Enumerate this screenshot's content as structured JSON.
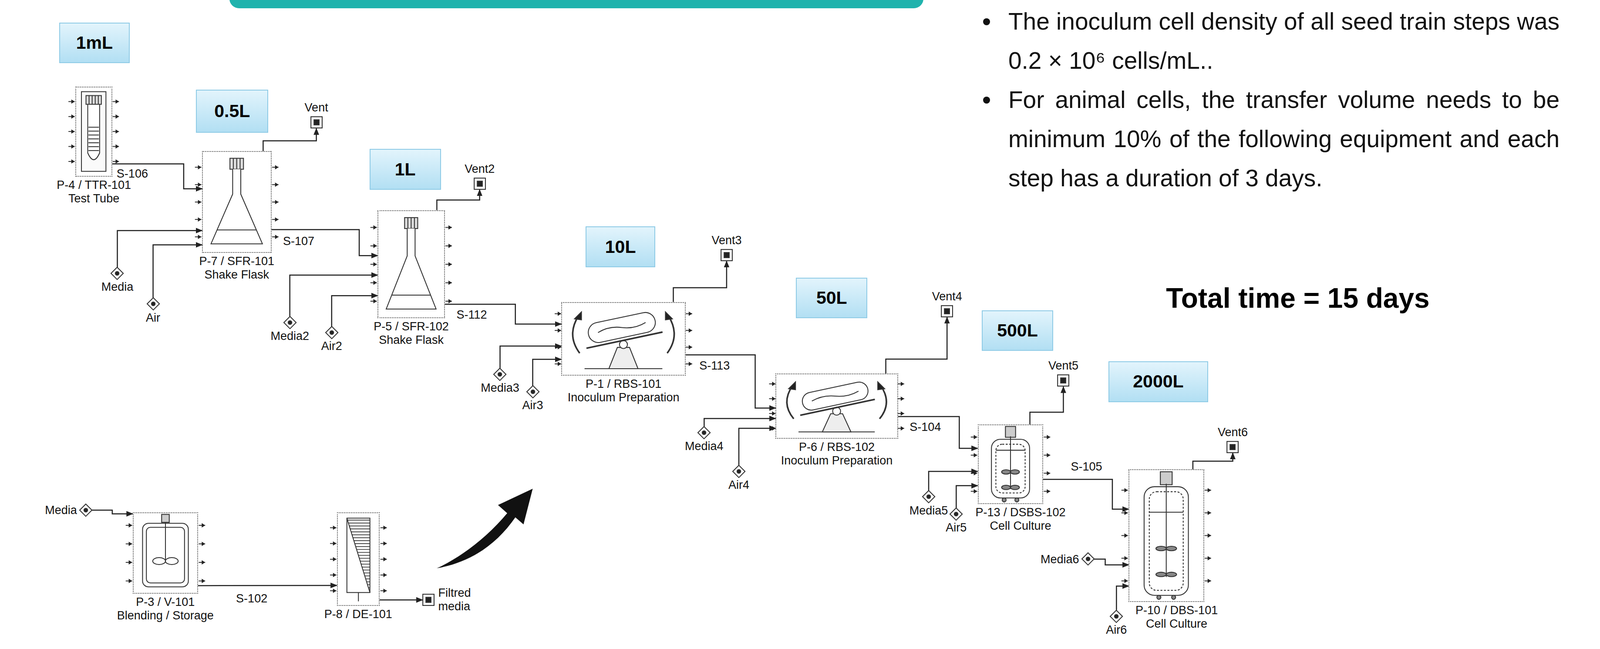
{
  "diagram": {
    "nodes": [
      {
        "text": [
          "1mL"
        ]
      },
      {
        "text": [
          "P-4 / TTR-101",
          "Test Tube"
        ]
      },
      {
        "text": [
          "0.5L"
        ]
      },
      {
        "text": [
          "Vent"
        ]
      },
      {
        "text": [
          "P-7 / SFR-101",
          "Shake Flask"
        ]
      },
      {
        "text": [
          "Media"
        ]
      },
      {
        "text": [
          "Air"
        ]
      },
      {
        "text": [
          "1L"
        ]
      },
      {
        "text": [
          "Vent2"
        ]
      },
      {
        "text": [
          "P-5 / SFR-102",
          "Shake Flask"
        ]
      },
      {
        "text": [
          "Media2"
        ]
      },
      {
        "text": [
          "Air2"
        ]
      },
      {
        "text": [
          "10L"
        ]
      },
      {
        "text": [
          "Vent3"
        ]
      },
      {
        "text": [
          "P-1 / RBS-101",
          "Inoculum Preparation"
        ]
      },
      {
        "text": [
          "Media3"
        ]
      },
      {
        "text": [
          "Air3"
        ]
      },
      {
        "text": [
          "50L"
        ]
      },
      {
        "text": [
          "Vent4"
        ]
      },
      {
        "text": [
          "P-6 / RBS-102",
          "Inoculum Preparation"
        ]
      },
      {
        "text": [
          "Media4"
        ]
      },
      {
        "text": [
          "Air4"
        ]
      },
      {
        "text": [
          "500L"
        ]
      },
      {
        "text": [
          "Vent5"
        ]
      },
      {
        "text": [
          "P-13 / DSBS-102",
          "Cell Culture"
        ]
      },
      {
        "text": [
          "Media5"
        ]
      },
      {
        "text": [
          "Air5"
        ]
      },
      {
        "text": [
          "2000L"
        ]
      },
      {
        "text": [
          "Vent6"
        ]
      },
      {
        "text": [
          "P-10 / DBS-101",
          "Cell Culture"
        ]
      },
      {
        "text": [
          "Media6"
        ]
      },
      {
        "text": [
          "Air6"
        ]
      },
      {
        "text": [
          "Media"
        ]
      },
      {
        "text": [
          "P-3 / V-101",
          "Blending / Storage"
        ]
      },
      {
        "text": [
          "P-8 / DE-101"
        ]
      },
      {
        "text": [
          "Filtred media"
        ]
      }
    ],
    "edges": [
      {
        "from": 1,
        "to": 4,
        "arrow": "to",
        "label": "S-106"
      },
      {
        "from": 4,
        "to": 9,
        "arrow": "to",
        "label": "S-107"
      },
      {
        "from": 9,
        "to": 14,
        "arrow": "to",
        "label": "S-112"
      },
      {
        "from": 14,
        "to": 19,
        "arrow": "to",
        "label": "S-113"
      },
      {
        "from": 19,
        "to": 24,
        "arrow": "to",
        "label": "S-104"
      },
      {
        "from": 24,
        "to": 29,
        "arrow": "to",
        "label": "S-105"
      },
      {
        "from": 33,
        "to": 34,
        "arrow": "to",
        "label": "S-102"
      },
      {
        "from": 5,
        "to": 4,
        "arrow": "to"
      },
      {
        "from": 6,
        "to": 4,
        "arrow": "to"
      },
      {
        "from": 4,
        "to": 3,
        "arrow": "to"
      },
      {
        "from": 10,
        "to": 9,
        "arrow": "to"
      },
      {
        "from": 11,
        "to": 9,
        "arrow": "to"
      },
      {
        "from": 9,
        "to": 8,
        "arrow": "to"
      },
      {
        "from": 15,
        "to": 14,
        "arrow": "to"
      },
      {
        "from": 16,
        "to": 14,
        "arrow": "to"
      },
      {
        "from": 14,
        "to": 13,
        "arrow": "to"
      },
      {
        "from": 20,
        "to": 19,
        "arrow": "to"
      },
      {
        "from": 21,
        "to": 19,
        "arrow": "to"
      },
      {
        "from": 19,
        "to": 18,
        "arrow": "to"
      },
      {
        "from": 25,
        "to": 24,
        "arrow": "to"
      },
      {
        "from": 26,
        "to": 24,
        "arrow": "to"
      },
      {
        "from": 24,
        "to": 23,
        "arrow": "to"
      },
      {
        "from": 30,
        "to": 29,
        "arrow": "to"
      },
      {
        "from": 31,
        "to": 29,
        "arrow": "to"
      },
      {
        "from": 29,
        "to": 28,
        "arrow": "to"
      },
      {
        "from": 32,
        "to": 33,
        "arrow": "to"
      },
      {
        "from": 34,
        "to": 35,
        "arrow": "to"
      }
    ],
    "labels": [
      "The inoculum cell density of all seed train steps was 0.2 × 10⁶ cells/mL..",
      "For animal cells, the transfer volume needs to be minimum 10% of the following equipment and each step has a duration of 3 days.",
      "Total time = 15 days"
    ]
  }
}
